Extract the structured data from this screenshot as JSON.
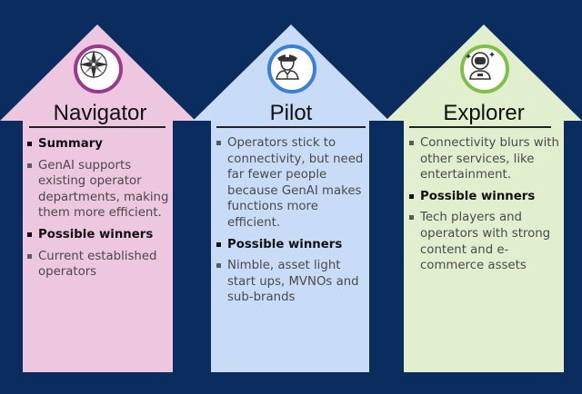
{
  "colors": {
    "background": "#0b2c5e",
    "navigator_fill": "#edc6e0",
    "navigator_ring": "#9b3a8c",
    "pilot_fill": "#c9dcf7",
    "pilot_ring": "#3a7fd8",
    "explorer_fill": "#e2efcf",
    "explorer_ring": "#7fbf4a"
  },
  "columns": [
    {
      "title": "Navigator",
      "icon": "compass-rose-icon",
      "sections": [
        {
          "type": "head",
          "text": "Summary"
        },
        {
          "type": "text",
          "text": "GenAI supports existing operator departments, making them more efficient."
        },
        {
          "type": "head",
          "text": "Possible winners"
        },
        {
          "type": "text",
          "text": "Current established operators"
        }
      ]
    },
    {
      "title": "Pilot",
      "icon": "pilot-icon",
      "sections": [
        {
          "type": "text",
          "text": "Operators stick to connectivity, but need far fewer people because GenAI makes functions more efficient."
        },
        {
          "type": "head",
          "text": "Possible winners"
        },
        {
          "type": "text",
          "text": "Nimble, asset light start ups, MVNOs and sub-brands"
        }
      ]
    },
    {
      "title": "Explorer",
      "icon": "astronaut-icon",
      "sections": [
        {
          "type": "text",
          "text": "Connectivity blurs with other services, like entertainment."
        },
        {
          "type": "head",
          "text": "Possible winners"
        },
        {
          "type": "text",
          "text": "Tech players and operators with strong content and e-commerce assets"
        }
      ]
    }
  ]
}
